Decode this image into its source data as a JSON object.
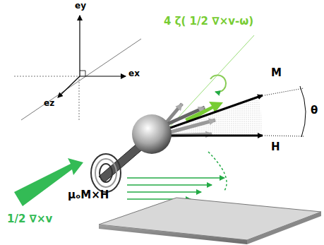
{
  "diagram": {
    "labels": [
      "ey",
      "ex",
      "ez",
      "4 ζ( 1/2 ∇×v-ω)",
      "M",
      "θ",
      "H",
      "μₒM×H",
      "1/2 ∇×v"
    ]
  }
}
